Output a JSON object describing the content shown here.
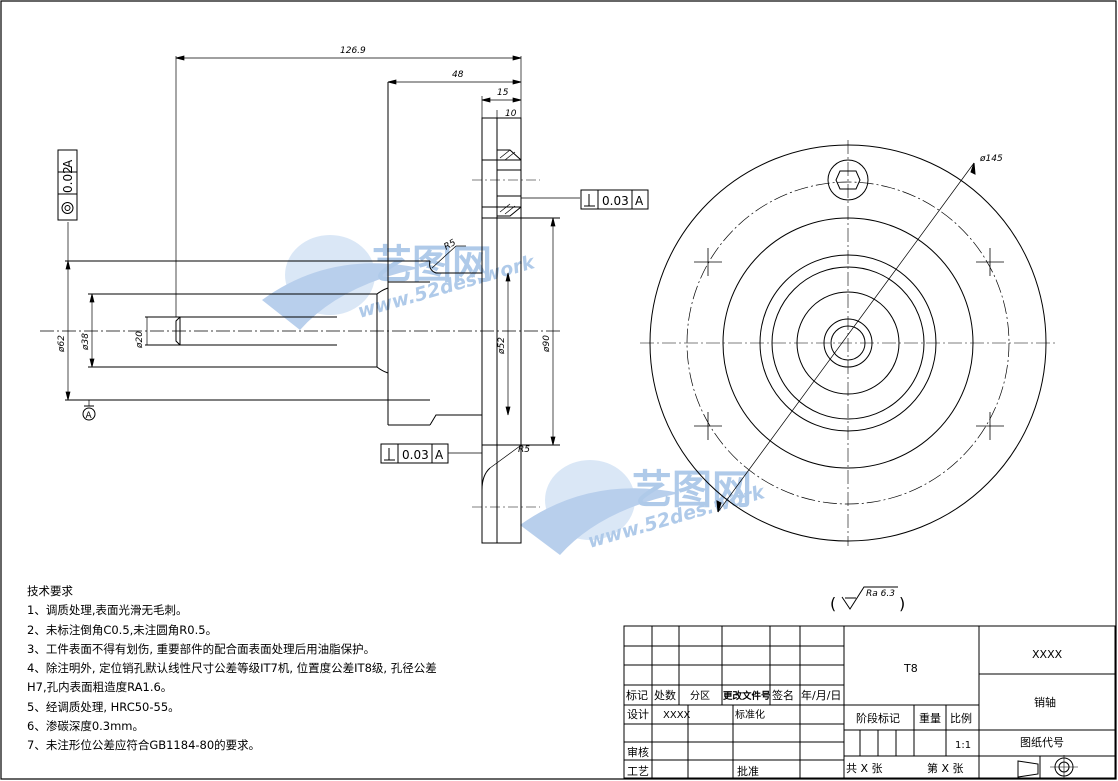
{
  "dimensions": {
    "d_126_9": "126.9",
    "d_48": "48",
    "d_15": "15",
    "d_10": "10",
    "r5_top": "R5",
    "r5_bottom": "R5",
    "dia_62": "ø62",
    "dia_38": "ø38",
    "dia_20": "ø20",
    "dia_52": "ø52",
    "dia_90": "ø90",
    "dia_145": "ø145"
  },
  "tolerances": {
    "concentricity": {
      "symbol": "◎",
      "value": "0.02",
      "datum": "A"
    },
    "perp_right": {
      "symbol": "⊥",
      "value": "0.03",
      "datum": "A"
    },
    "perp_bottom": {
      "symbol": "⊥",
      "value": "0.03",
      "datum": "A"
    },
    "datum_label": "A"
  },
  "surface_finish": {
    "value": "Ra 6.3",
    "paren_open": "(",
    "paren_close": ")"
  },
  "watermark": {
    "brand": "艺图网",
    "url": "www.52des.work"
  },
  "tech_notes": {
    "title": "技术要求",
    "lines": [
      "1、调质处理,表面光滑无毛刺。",
      "2、未标注倒角C0.5,未注圆角R0.5。",
      "3、工件表面不得有划伤, 重要部件的配合面表面处理后用油脂保护。",
      "4、除注明外, 定位销孔默认线性尺寸公差等级IT7机, 位置度公差IT8级, 孔径公差",
      "H7,孔内表面粗造度RA1.6。",
      "5、经调质处理, HRC50-55。",
      "6、渗碳深度0.3mm。",
      "7、未注形位公差应符合GB1184-80的要求。"
    ]
  },
  "title_block": {
    "material": "T8",
    "company": "XXXX",
    "part_name": "销轴",
    "drawing_no_label": "图纸代号",
    "mark": "标记",
    "count": "处数",
    "zone": "分区",
    "change_doc": "更改文件号",
    "signature": "签名",
    "date": "年/月/日",
    "design": "设计",
    "designer": "XXXX",
    "standardize": "标准化",
    "stage_mark": "阶段标记",
    "weight": "重量",
    "scale_label": "比例",
    "scale": "1:1",
    "review": "审核",
    "process": "工艺",
    "approve": "批准",
    "total_sheets": "共 X 张",
    "sheet_no": "第 X 张"
  }
}
